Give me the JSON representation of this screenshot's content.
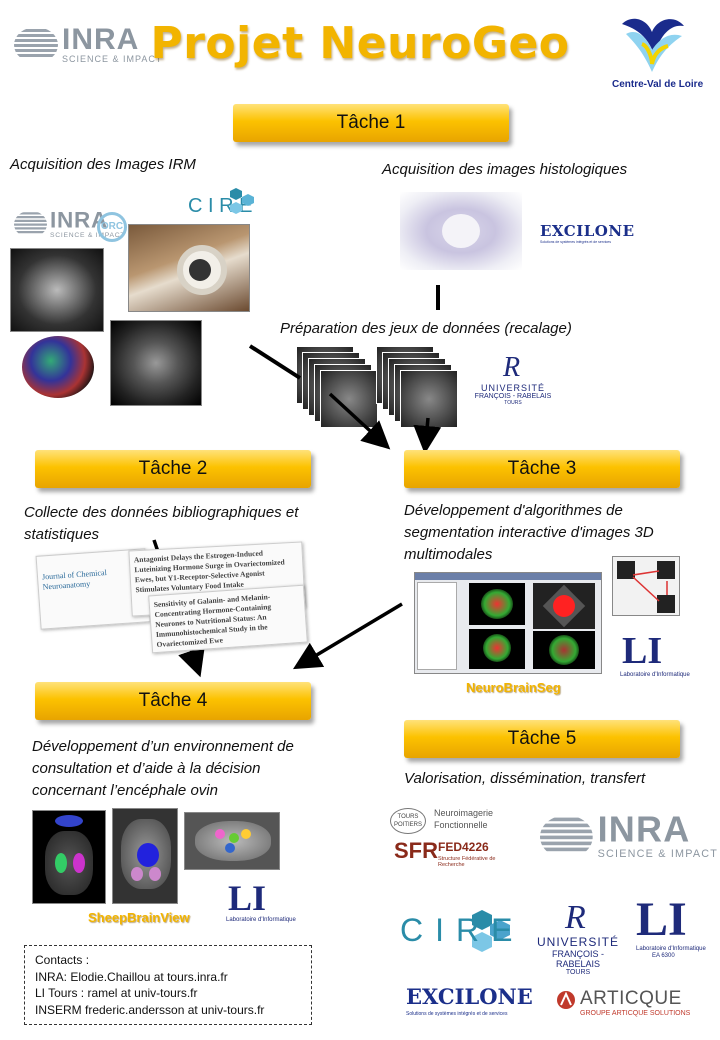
{
  "header": {
    "title": "Projet NeuroGeo",
    "inra_logo": "INRA",
    "inra_tagline": "SCIENCE & IMPACT",
    "region_logo": "Centre-Val de Loire"
  },
  "tasks": {
    "t1": "Tâche 1",
    "t2": "Tâche 2",
    "t3": "Tâche 3",
    "t4": "Tâche 4",
    "t5": "Tâche 5"
  },
  "texts": {
    "acq_irm": "Acquisition des Images IRM",
    "acq_histo": "Acquisition des images histologiques",
    "prep": "Préparation des jeux de données (recalage)",
    "collecte": "Collecte des données bibliographiques et statistiques",
    "dev_algo": "Développement d'algorithmes de segmentation  interactive d'images 3D multimodales",
    "dev_env": "Développement d’un environnement de consultation et d’aide à la décision concernant l’encéphale ovin",
    "valorisation": "Valorisation, dissémination, transfert"
  },
  "tools": {
    "neurobrainseg": "NeuroBrainSeg",
    "sheepbrainview": "SheepBrainView"
  },
  "logos": {
    "cire": "CIRE",
    "excilone": "EXCILONE",
    "excilone_tagline": "Solutions de systèmes intégrés et de services",
    "univ_line1": "UNIVERSITÉ",
    "univ_line2": "FRANÇOIS - RABELAIS",
    "univ_line3": "TOURS",
    "li": "LI",
    "li_tagline": "Laboratoire d'Informatique",
    "li_code": "EA 6300",
    "sfr_line1": "Neuroimagerie",
    "sfr_line2": "Fonctionnelle",
    "sfr_tours": "TOURS POITIERS",
    "sfr_code": "FED4226",
    "sfr_name": "SFR",
    "sfr_desc": "Structure Fédérative de Recherche",
    "articque": "ARTICQUE",
    "articque_tagline": "GROUPE ARTICQUE SOLUTIONS",
    "orc": "ORC"
  },
  "papers": {
    "p1_journal": "Journal of Chemical Neuroanatomy",
    "p2_title": "Antagonist Delays the Estrogen-Induced Luteinizing Hormone Surge in Ovariectomized Ewes, but Y1-Receptor-Selective Agonist Stimulates Voluntary Food Intake",
    "p3_title": "Sensitivity of Galanin- and Melanin-Concentrating Hormone-Containing Neurones to Nutritional Status: An Immunohistochemical Study in the Ovariectomized Ewe"
  },
  "contacts": {
    "title": "Contacts :",
    "inra": "INRA: Elodie.Chaillou at tours.inra.fr",
    "li": "LI Tours : ramel at univ-tours.fr",
    "inserm": "INSERM frederic.andersson at univ-tours.fr"
  },
  "colors": {
    "title_gold": "#f2b400",
    "task_gold": "#fcc200",
    "li_blue": "#1e2a7a",
    "cire_teal": "#2a8ca8",
    "excilone_blue": "#1b2f8a"
  }
}
